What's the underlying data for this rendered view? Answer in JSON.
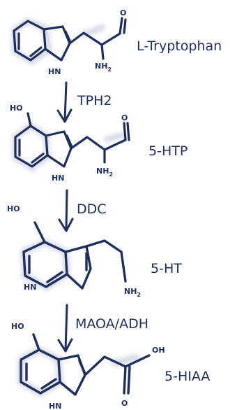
{
  "colors": {
    "ink": "#1f2f5c",
    "shade": "#b7bfd6"
  },
  "molecules": {
    "tryptophan": {
      "name": "L-Tryptophan",
      "nh": "HN",
      "amine": "NH",
      "amine_sub": "2",
      "carbonyl_o": "O"
    },
    "htp": {
      "name": "5-HTP",
      "ho": "HO",
      "nh": "HN",
      "amine": "NH",
      "amine_sub": "2",
      "carbonyl_o": "O"
    },
    "ht": {
      "name": "5-HT",
      "ho": "HO",
      "nh": "HN",
      "amine": "NH",
      "amine_sub": "2"
    },
    "hiaa": {
      "name": "5-HIAA",
      "ho": "HO",
      "nh": "HN",
      "oh": "OH",
      "carbonyl_o": "O"
    }
  },
  "enzymes": {
    "tph2": "TPH2",
    "ddc": "DDC",
    "maoa_adh": "MAOA/ADH"
  }
}
